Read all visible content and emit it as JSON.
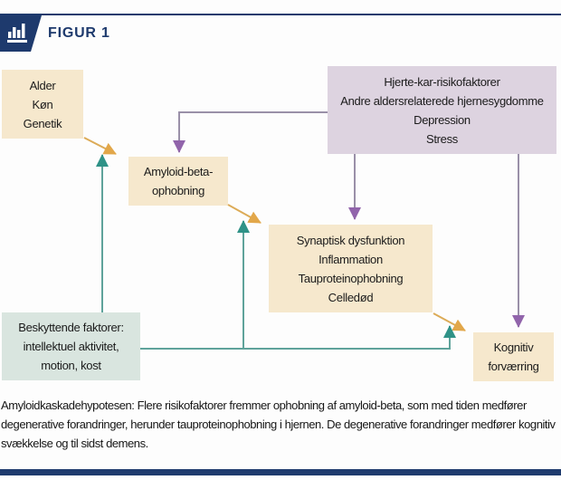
{
  "header": {
    "figure_label": "FIGUR 1",
    "icon": "bar-chart-icon",
    "accent_color": "#1e3a6d"
  },
  "diagram": {
    "boxes": {
      "alder": {
        "lines": [
          "Alder",
          "Køn",
          "Genetik"
        ],
        "color": "#f6e8cd"
      },
      "amyloid": {
        "lines": [
          "Amyloid-beta-",
          "ophobning"
        ],
        "color": "#f6e8cd"
      },
      "hjerte": {
        "lines": [
          "Hjerte-kar-risikofaktorer",
          "Andre aldersrelaterede hjernesygdomme",
          "Depression",
          "Stress"
        ],
        "color": "#ddd3e0"
      },
      "synaptisk": {
        "lines": [
          "Synaptisk dysfunktion",
          "Inflammation",
          "Tauproteinophobning",
          "Celledød"
        ],
        "color": "#f6e8cd"
      },
      "beskyttende": {
        "lines": [
          "Beskyttende faktorer:",
          "intellektuel aktivitet,",
          "motion, kost"
        ],
        "color": "#d9e5df"
      },
      "kognitiv": {
        "lines": [
          "Kognitiv",
          "forværring"
        ],
        "color": "#f6e8cd"
      }
    },
    "arrow_colors": {
      "gold": "#e2a74a",
      "teal": "#2f9287",
      "purple": "#9164ab"
    }
  },
  "caption": "Amyloidkaskadehypotesen: Flere risikofaktorer fremmer ophobning af amyloid-beta, som med tiden medfører degenerative forandringer, herunder tauproteinophobning i hjernen. De degenerative forandringer medfører kognitiv svækkelse og til sidst demens."
}
